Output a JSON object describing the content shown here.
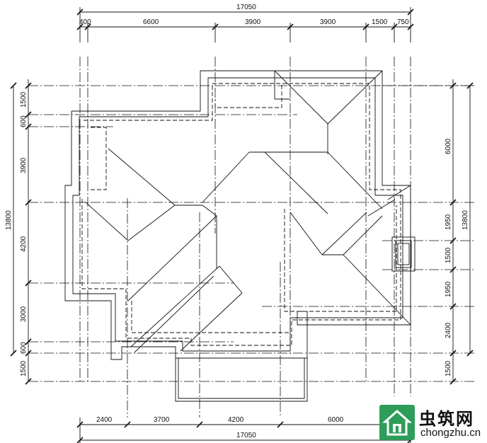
{
  "drawing": {
    "top_overall": "17050",
    "top_segments": [
      "400",
      "6600",
      "3900",
      "3900",
      "1500",
      "750"
    ],
    "bottom_segments": [
      "2400",
      "3700",
      "4200",
      "6000"
    ],
    "bottom_overall": "17050",
    "left_overall": "13800",
    "left_segments": [
      "1500",
      "600",
      "3900",
      "4200",
      "3000",
      "600",
      "1500"
    ],
    "right_overall": "13800",
    "right_segments": [
      "6000",
      "1950",
      "1500",
      "1950",
      "2400",
      "1500"
    ]
  },
  "watermark": {
    "name_cn": "虫筑网",
    "domain": "chongzhu.cn"
  },
  "colors": {
    "line": "#111111",
    "logo_green": "#2e9d5a"
  }
}
